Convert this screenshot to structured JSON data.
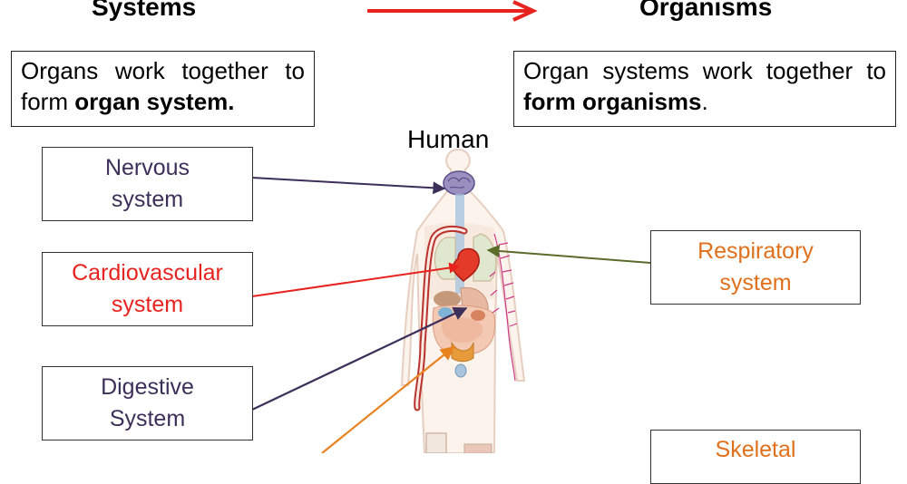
{
  "header": {
    "left_title": "Systems",
    "right_title": "Organisms"
  },
  "left_box": {
    "text_before": "Organs work together to form ",
    "bold": "organ system.",
    "text_after": ""
  },
  "right_box": {
    "text_before": "Organ systems work together to ",
    "bold": "form organisms",
    "text_after": "."
  },
  "figure": {
    "label": "Human"
  },
  "systems": [
    {
      "line1": "Nervous",
      "line2": "system",
      "color": "#3c2f5a"
    },
    {
      "line1": "Cardiovascular",
      "line2": "system",
      "color": "#e8231f"
    },
    {
      "line1": "Digestive",
      "line2": "System",
      "color": "#3c2f5a"
    },
    {
      "line1": "Respiratory",
      "line2": "system",
      "color": "#e0701c"
    },
    {
      "line1": "Skeletal",
      "line2": "",
      "color": "#e0701c"
    }
  ],
  "colors": {
    "flow_arrow": "#e8231f",
    "respiratory_arrow": "#5a6b2a",
    "skeletal_arrow": "#e8821f"
  }
}
